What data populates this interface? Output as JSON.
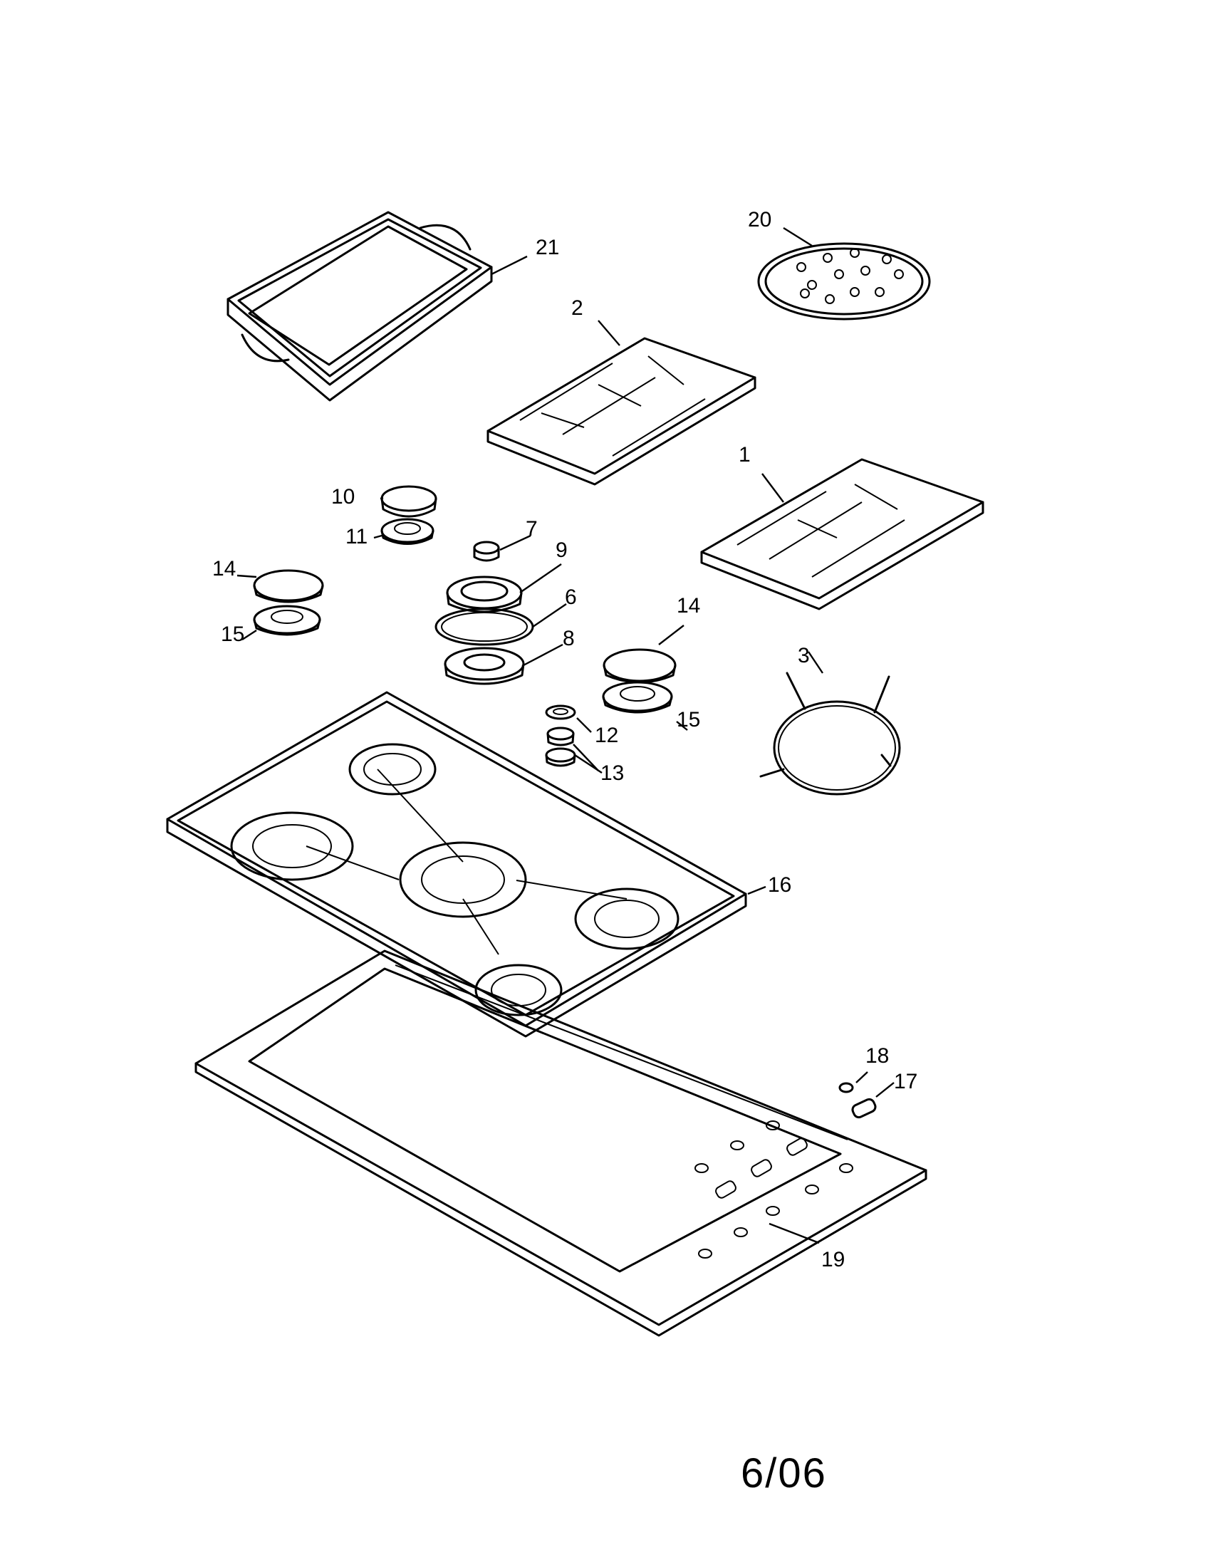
{
  "callouts": {
    "c1": "1",
    "c2": "2",
    "c3": "3",
    "c6": "6",
    "c7": "7",
    "c8": "8",
    "c9": "9",
    "c10": "10",
    "c11": "11",
    "c12": "12",
    "c13": "13",
    "c14a": "14",
    "c14b": "14",
    "c15a": "15",
    "c15b": "15",
    "c16": "16",
    "c17": "17",
    "c18": "18",
    "c19": "19",
    "c20": "20",
    "c21": "21"
  },
  "footer": {
    "date": "6/06"
  }
}
